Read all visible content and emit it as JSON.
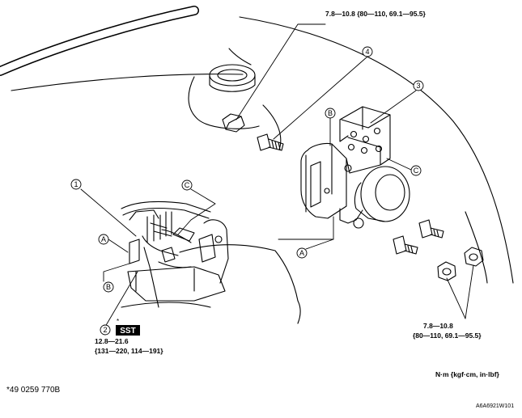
{
  "torque_top": "7.8—10.8 {80—110, 69.1—95.5}",
  "torque_bottom_right": [
    "7.8—10.8",
    "{80—110, 69.1—95.5}"
  ],
  "torque_bottom_left": [
    "12.8—21.6",
    "{131—220, 114—191}"
  ],
  "callouts": {
    "c1": "1",
    "c2": "2",
    "c3": "3",
    "c4": "4",
    "a_left": "A",
    "a_center": "A",
    "b_left": "B",
    "b_top": "B",
    "c_left": "C",
    "c_right": "C"
  },
  "sst_label": "SST",
  "sst_asterisk": "*",
  "tool_number": "*49 0259 770B",
  "unit_note": "N·m {kgf·cm, in·lbf}",
  "figure_code": "A6A6921W101"
}
